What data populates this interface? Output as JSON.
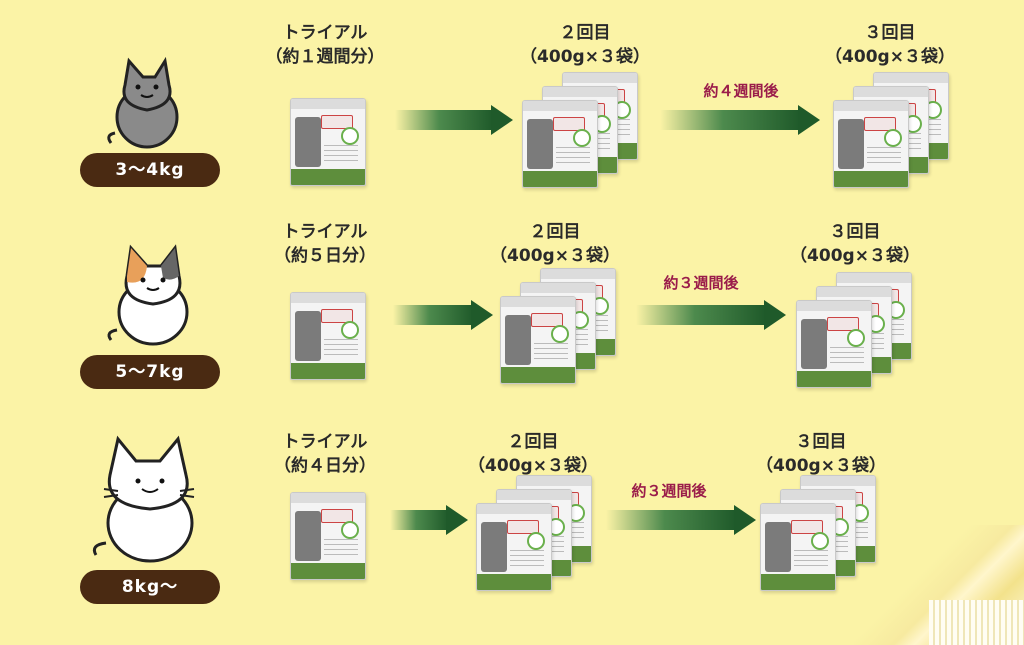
{
  "rows": [
    {
      "weight": "3～4kg",
      "trial_label": "トライアル",
      "trial_duration": "（約１週間分）",
      "second_title": "２回目",
      "second_detail": "（400g×３袋）",
      "interval": "約４週間後",
      "third_title": "３回目",
      "third_detail": "（400g×３袋）"
    },
    {
      "weight": "5～7kg",
      "trial_label": "トライアル",
      "trial_duration": "（約５日分）",
      "second_title": "２回目",
      "second_detail": "（400g×３袋）",
      "interval": "約３週間後",
      "third_title": "３回目",
      "third_detail": "（400g×３袋）"
    },
    {
      "weight": "8kg～",
      "trial_label": "トライアル",
      "trial_duration": "（約４日分）",
      "second_title": "２回目",
      "second_detail": "（400g×３袋）",
      "interval": "約３週間後",
      "third_title": "３回目",
      "third_detail": "（400g×３袋）"
    }
  ],
  "colors": {
    "background": "#fbf3a6",
    "weight_pill": "#4a2a12",
    "interval_text": "#9a1c4a",
    "arrow": "#1f5a2a"
  },
  "icons": [
    "cat-gray-icon",
    "cat-calico-icon",
    "cat-white-icon",
    "food-bag-icon",
    "arrow-right-icon"
  ]
}
